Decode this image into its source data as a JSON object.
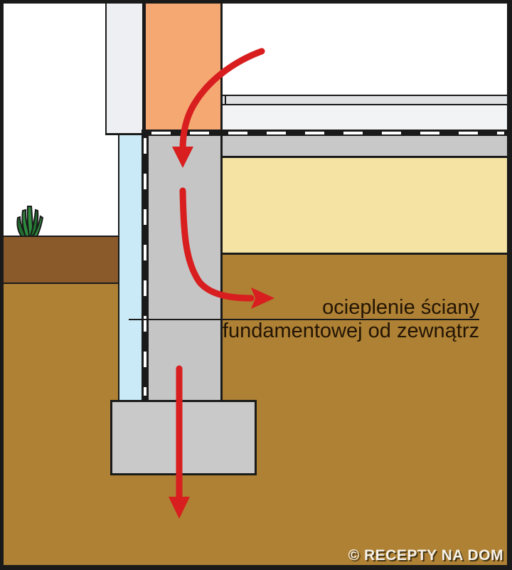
{
  "diagram": {
    "label": {
      "line1": "ocieplenie ściany",
      "line2": "fundamentowej od zewnątrz"
    },
    "watermark": "© RECEPTY NA DOM",
    "icons": {
      "arrow_top": "moisture-flow-down-into-foundation-wall",
      "arrow_middle": "moisture-flow-out-through-wall-to-soil",
      "arrow_bottom": "moisture-flow-down-through-footing",
      "plant": "grass-tuft"
    },
    "colors": {
      "line": "#1a1a1a",
      "brick": "#f5a872",
      "facade": "#edeff2",
      "foundation": "#c5c5c5",
      "footing": "#c9c9c9",
      "slab": "#c8c8c8",
      "screed": "#f1f3f5",
      "floor_finish": "#dfe1e3",
      "insulation_blue": "#c9eaf6",
      "insulation_yellow": "#f5e3a3",
      "topsoil": "#8a5a2b",
      "soil": "#ae8134",
      "arrow_red": "#d81e1e",
      "plant_green": "#2e8b3d",
      "plant_green_dark": "#20702f",
      "label": "#241505",
      "watermark": "#f7f2ea",
      "watermark_shadow": "#463512"
    }
  }
}
